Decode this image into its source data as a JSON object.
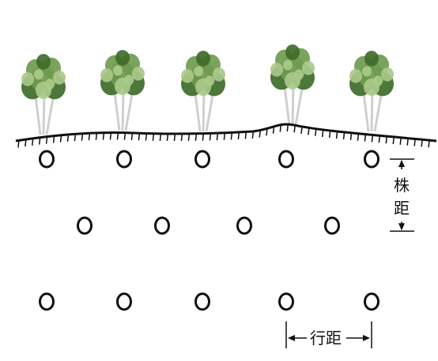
{
  "labels": {
    "plant_spacing_char1": "株",
    "plant_spacing_char2": "距",
    "row_spacing": "行距"
  },
  "colors": {
    "foliage_dark": "#3f6b2a",
    "foliage_mid": "#6f9b4f",
    "foliage_light": "#a9c98a",
    "trunk": "#cfcfcf",
    "ground": "#111111",
    "hole_stroke": "#111111"
  },
  "layout_hint": {
    "tree_count": 5,
    "hole_rows": 3
  }
}
